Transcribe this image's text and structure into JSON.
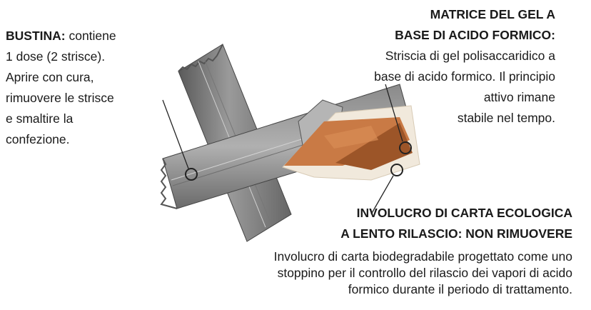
{
  "bustina": {
    "title": "BUSTINA:",
    "desc_inline": " contiene",
    "lines": [
      "1 dose (2 strisce).",
      "Aprire con cura,",
      "rimuovere le strisce",
      "e smaltire la",
      "confezione."
    ]
  },
  "matrice": {
    "title_lines": [
      "MATRICE DEL GEL A",
      "BASE DI ACIDO FORMICO:"
    ],
    "desc_lines": [
      "Striscia di gel polisaccaridico a",
      "base di acido formico. Il principio",
      "attivo rimane",
      "stabile nel tempo."
    ]
  },
  "involucro": {
    "title_lines": [
      "INVOLUCRO DI CARTA ECOLOGICA",
      "A LENTO RILASCIO: NON RIMUOVERE"
    ],
    "desc_lines": [
      "Involucro di carta biodegradabile progettato come uno",
      "stoppino per il controllo del rilascio dei vapori di acido",
      "formico durante il periodo di trattamento."
    ]
  },
  "colors": {
    "sachet": "#7d7d7d",
    "sachet_dark": "#4f4f4f",
    "gel": "#c97a45",
    "gel_dark": "#9c5528",
    "paper": "#f1e9dc",
    "text": "#1a1a1a"
  }
}
